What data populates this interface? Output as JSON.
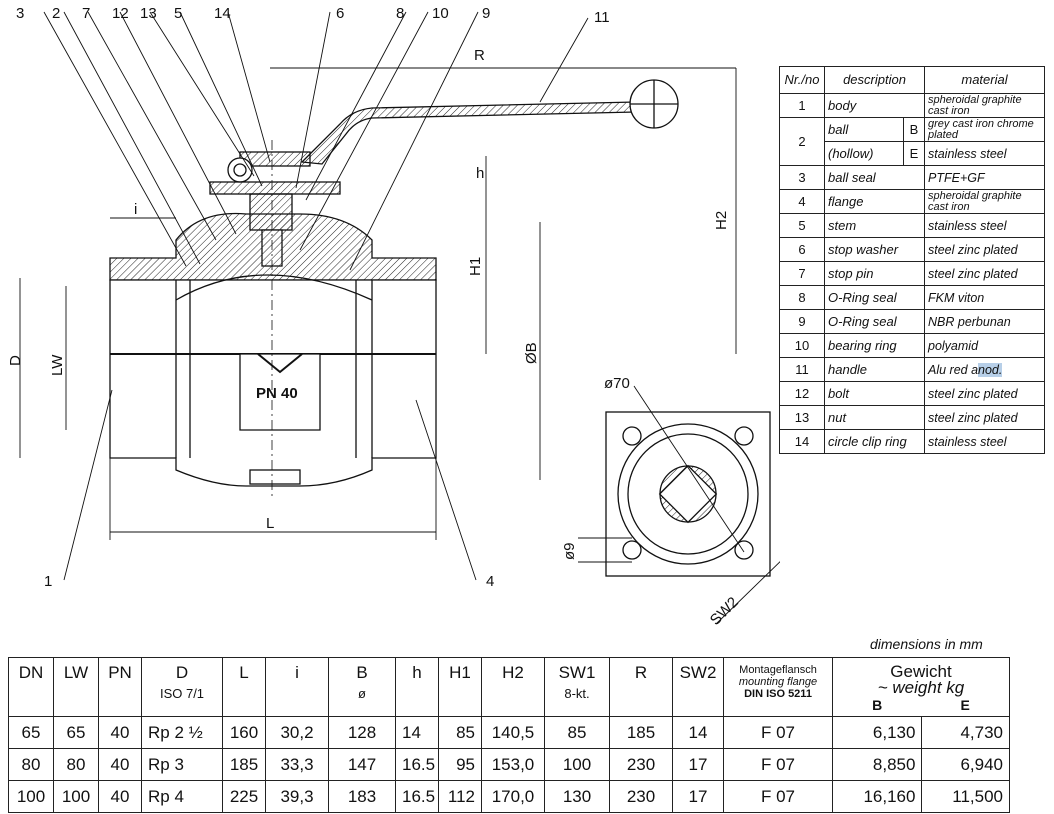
{
  "callouts": {
    "top": [
      "3",
      "2",
      "7",
      "12",
      "13",
      "5",
      "14",
      "6",
      "8",
      "10",
      "9",
      "11"
    ],
    "bottom_left": "1",
    "bottom_right": "4"
  },
  "dimensions_labels": {
    "R": "R",
    "h": "h",
    "H1": "H1",
    "H2": "H2",
    "i": "i",
    "D": "D",
    "LW": "LW",
    "B": "ØB",
    "L": "L",
    "flange_dia": "ø70",
    "bolt_hole": "ø9",
    "SW2": "SW2",
    "pressure_mark": "PN 40"
  },
  "parts_table": {
    "headers": [
      "Nr./no",
      "description",
      "material"
    ],
    "rows": [
      {
        "no": "1",
        "description": "body",
        "material": "spheroidal graphite cast iron"
      },
      {
        "no": "2",
        "description": "ball",
        "variant": "B",
        "material": "grey cast iron chrome  plated"
      },
      {
        "no": "",
        "description": "(hollow)",
        "variant": "E",
        "material": "stainless steel"
      },
      {
        "no": "3",
        "description": "ball seal",
        "material": "PTFE+GF"
      },
      {
        "no": "4",
        "description": "flange",
        "material": "spheroidal graphite cast iron"
      },
      {
        "no": "5",
        "description": "stem",
        "material": "stainless steel"
      },
      {
        "no": "6",
        "description": "stop washer",
        "material": "steel zinc plated"
      },
      {
        "no": "7",
        "description": "stop pin",
        "material": "steel zinc plated"
      },
      {
        "no": "8",
        "description": "O-Ring seal",
        "material": "FKM viton"
      },
      {
        "no": "9",
        "description": "O-Ring seal",
        "material": "NBR perbunan"
      },
      {
        "no": "10",
        "description": "bearing ring",
        "material": "polyamid"
      },
      {
        "no": "11",
        "description": "handle",
        "material_a": "Alu red a",
        "material_b": "nod."
      },
      {
        "no": "12",
        "description": "bolt",
        "material": "steel zinc plated"
      },
      {
        "no": "13",
        "description": "nut",
        "material": "steel zinc plated"
      },
      {
        "no": "14",
        "description": "circle clip ring",
        "material": "stainless steel"
      }
    ]
  },
  "dims_table": {
    "caption": "dimensions in mm",
    "headers": {
      "DN": "DN",
      "LW": "LW",
      "PN": "PN",
      "D": "D",
      "D_sub": "ISO 7/1",
      "L": "L",
      "i": "i",
      "B": "B",
      "B_sub": "ø",
      "h": "h",
      "H1": "H1",
      "H2": "H2",
      "SW1": "SW1",
      "SW1_sub": "8-kt.",
      "R": "R",
      "SW2": "SW2",
      "mf1": "Montageflansch",
      "mf2": "mounting flange",
      "mf3": "DIN ISO 5211",
      "w1": "Gewicht",
      "w2": "~ weight kg",
      "wB": "B",
      "wE": "E"
    },
    "rows": [
      [
        "65",
        "65",
        "40",
        "Rp 2 ½",
        "160",
        "30,2",
        "128",
        "14",
        "85",
        "140,5",
        "85",
        "185",
        "14",
        "F 07",
        "6,130",
        "4,730"
      ],
      [
        "80",
        "80",
        "40",
        "Rp 3",
        "185",
        "33,3",
        "147",
        "16.5",
        "95",
        "153,0",
        "100",
        "230",
        "17",
        "F 07",
        "8,850",
        "6,940"
      ],
      [
        "100",
        "100",
        "40",
        "Rp 4",
        "225",
        "39,3",
        "183",
        "16.5",
        "112",
        "170,0",
        "130",
        "230",
        "17",
        "F 07",
        "16,160",
        "11,500"
      ]
    ]
  }
}
